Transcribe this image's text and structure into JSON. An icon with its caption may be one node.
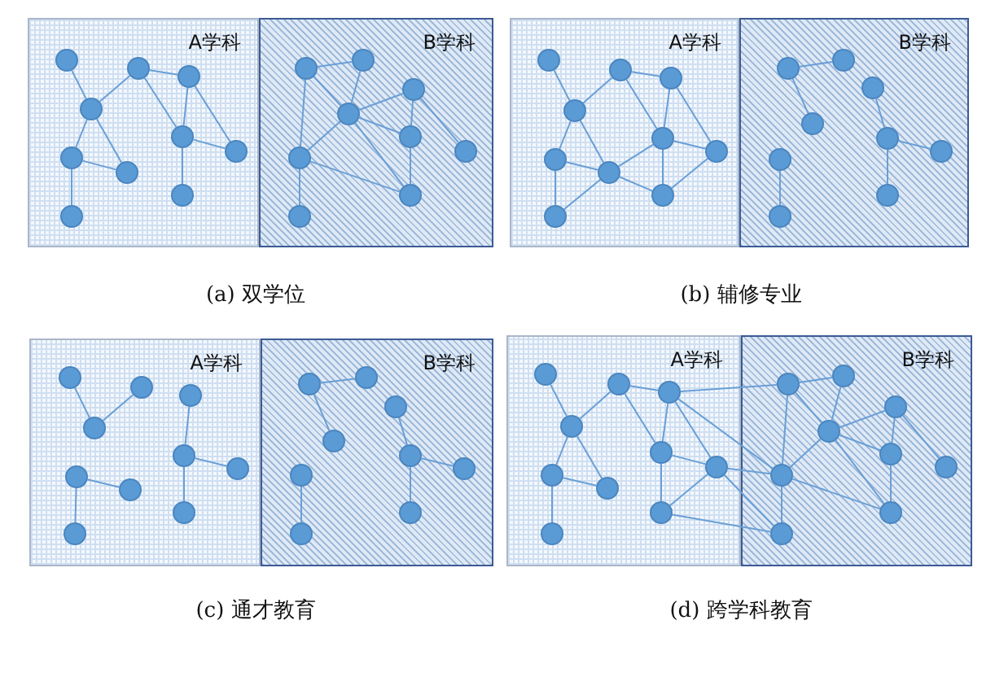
{
  "diagram": {
    "nodes": [
      {
        "text": [
          "A学科"
        ]
      },
      {
        "text": [],
        "shape": "circle",
        "in": 0
      },
      {
        "text": [],
        "shape": "circle",
        "in": 0
      },
      {
        "text": [],
        "shape": "circle",
        "in": 0
      },
      {
        "text": [],
        "shape": "circle",
        "in": 0
      },
      {
        "text": [],
        "shape": "circle",
        "in": 0
      },
      {
        "text": [],
        "shape": "circle",
        "in": 0
      },
      {
        "text": [],
        "shape": "circle",
        "in": 0
      },
      {
        "text": [],
        "shape": "circle",
        "in": 0
      },
      {
        "text": [],
        "shape": "circle",
        "in": 0
      },
      {
        "text": [],
        "shape": "circle",
        "in": 0
      },
      {
        "text": [
          "B学科"
        ]
      },
      {
        "text": [],
        "shape": "circle",
        "in": 11
      },
      {
        "text": [],
        "shape": "circle",
        "in": 11
      },
      {
        "text": [],
        "shape": "circle",
        "in": 11
      },
      {
        "text": [],
        "shape": "circle",
        "in": 11
      },
      {
        "text": [],
        "shape": "circle",
        "in": 11
      },
      {
        "text": [],
        "shape": "circle",
        "in": 11
      },
      {
        "text": [],
        "shape": "circle",
        "in": 11
      },
      {
        "text": [],
        "shape": "circle",
        "in": 11
      },
      {
        "text": [],
        "shape": "circle",
        "in": 11
      },
      {
        "text": [
          "A学科"
        ]
      },
      {
        "text": [],
        "shape": "circle",
        "in": 21
      },
      {
        "text": [],
        "shape": "circle",
        "in": 21
      },
      {
        "text": [],
        "shape": "circle",
        "in": 21
      },
      {
        "text": [],
        "shape": "circle",
        "in": 21
      },
      {
        "text": [],
        "shape": "circle",
        "in": 21
      },
      {
        "text": [],
        "shape": "circle",
        "in": 21
      },
      {
        "text": [],
        "shape": "circle",
        "in": 21
      },
      {
        "text": [],
        "shape": "circle",
        "in": 21
      },
      {
        "text": [],
        "shape": "circle",
        "in": 21
      },
      {
        "text": [],
        "shape": "circle",
        "in": 21
      },
      {
        "text": [
          "B学科"
        ]
      },
      {
        "text": [],
        "shape": "circle",
        "in": 32
      },
      {
        "text": [],
        "shape": "circle",
        "in": 32
      },
      {
        "text": [],
        "shape": "circle",
        "in": 32
      },
      {
        "text": [],
        "shape": "circle",
        "in": 32
      },
      {
        "text": [],
        "shape": "circle",
        "in": 32
      },
      {
        "text": [],
        "shape": "circle",
        "in": 32
      },
      {
        "text": [],
        "shape": "circle",
        "in": 32
      },
      {
        "text": [],
        "shape": "circle",
        "in": 32
      },
      {
        "text": [],
        "shape": "circle",
        "in": 32
      },
      {
        "text": [
          "A学科"
        ]
      },
      {
        "text": [],
        "shape": "circle",
        "in": 42
      },
      {
        "text": [],
        "shape": "circle",
        "in": 42
      },
      {
        "text": [],
        "shape": "circle",
        "in": 42
      },
      {
        "text": [],
        "shape": "circle",
        "in": 42
      },
      {
        "text": [],
        "shape": "circle",
        "in": 42
      },
      {
        "text": [],
        "shape": "circle",
        "in": 42
      },
      {
        "text": [],
        "shape": "circle",
        "in": 42
      },
      {
        "text": [],
        "shape": "circle",
        "in": 42
      },
      {
        "text": [],
        "shape": "circle",
        "in": 42
      },
      {
        "text": [],
        "shape": "circle",
        "in": 42
      },
      {
        "text": [
          "B学科"
        ]
      },
      {
        "text": [],
        "shape": "circle",
        "in": 53
      },
      {
        "text": [],
        "shape": "circle",
        "in": 53
      },
      {
        "text": [],
        "shape": "circle",
        "in": 53
      },
      {
        "text": [],
        "shape": "circle",
        "in": 53
      },
      {
        "text": [],
        "shape": "circle",
        "in": 53
      },
      {
        "text": [],
        "shape": "circle",
        "in": 53
      },
      {
        "text": [],
        "shape": "circle",
        "in": 53
      },
      {
        "text": [],
        "shape": "circle",
        "in": 53
      },
      {
        "text": [],
        "shape": "circle",
        "in": 53
      },
      {
        "text": [
          "A学科"
        ]
      },
      {
        "text": [],
        "shape": "circle",
        "in": 63
      },
      {
        "text": [],
        "shape": "circle",
        "in": 63
      },
      {
        "text": [],
        "shape": "circle",
        "in": 63
      },
      {
        "text": [],
        "shape": "circle",
        "in": 63
      },
      {
        "text": [],
        "shape": "circle",
        "in": 63
      },
      {
        "text": [],
        "shape": "circle",
        "in": 63
      },
      {
        "text": [],
        "shape": "circle",
        "in": 63
      },
      {
        "text": [],
        "shape": "circle",
        "in": 63
      },
      {
        "text": [],
        "shape": "circle",
        "in": 63
      },
      {
        "text": [],
        "shape": "circle",
        "in": 63
      },
      {
        "text": [
          "B学科"
        ]
      },
      {
        "text": [],
        "shape": "circle",
        "in": 74
      },
      {
        "text": [],
        "shape": "circle",
        "in": 74
      },
      {
        "text": [],
        "shape": "circle",
        "in": 74
      },
      {
        "text": [],
        "shape": "circle",
        "in": 74
      },
      {
        "text": [],
        "shape": "circle",
        "in": 74
      },
      {
        "text": [],
        "shape": "circle",
        "in": 74
      },
      {
        "text": [],
        "shape": "circle",
        "in": 74
      },
      {
        "text": [],
        "shape": "circle",
        "in": 74
      },
      {
        "text": [],
        "shape": "circle",
        "in": 74
      }
    ],
    "edges": [
      {
        "from": 1,
        "to": 4,
        "arrow": "none"
      },
      {
        "from": 4,
        "to": 2,
        "arrow": "none"
      },
      {
        "from": 2,
        "to": 3,
        "arrow": "none"
      },
      {
        "from": 2,
        "to": 5,
        "arrow": "none"
      },
      {
        "from": 3,
        "to": 5,
        "arrow": "none"
      },
      {
        "from": 3,
        "to": 6,
        "arrow": "none"
      },
      {
        "from": 5,
        "to": 6,
        "arrow": "none"
      },
      {
        "from": 5,
        "to": 9,
        "arrow": "none"
      },
      {
        "from": 4,
        "to": 7,
        "arrow": "none"
      },
      {
        "from": 4,
        "to": 8,
        "arrow": "none"
      },
      {
        "from": 7,
        "to": 8,
        "arrow": "none"
      },
      {
        "from": 7,
        "to": 10,
        "arrow": "none"
      },
      {
        "from": 12,
        "to": 13,
        "arrow": "none"
      },
      {
        "from": 12,
        "to": 15,
        "arrow": "none"
      },
      {
        "from": 13,
        "to": 15,
        "arrow": "none"
      },
      {
        "from": 12,
        "to": 18,
        "arrow": "none"
      },
      {
        "from": 15,
        "to": 14,
        "arrow": "none"
      },
      {
        "from": 15,
        "to": 18,
        "arrow": "none"
      },
      {
        "from": 15,
        "to": 16,
        "arrow": "none"
      },
      {
        "from": 15,
        "to": 19,
        "arrow": "none"
      },
      {
        "from": 14,
        "to": 16,
        "arrow": "none"
      },
      {
        "from": 14,
        "to": 17,
        "arrow": "none"
      },
      {
        "from": 16,
        "to": 19,
        "arrow": "none"
      },
      {
        "from": 18,
        "to": 19,
        "arrow": "none"
      },
      {
        "from": 18,
        "to": 20,
        "arrow": "none"
      },
      {
        "from": 22,
        "to": 25,
        "arrow": "none"
      },
      {
        "from": 25,
        "to": 23,
        "arrow": "none"
      },
      {
        "from": 23,
        "to": 24,
        "arrow": "none"
      },
      {
        "from": 23,
        "to": 26,
        "arrow": "none"
      },
      {
        "from": 24,
        "to": 26,
        "arrow": "none"
      },
      {
        "from": 24,
        "to": 27,
        "arrow": "none"
      },
      {
        "from": 26,
        "to": 27,
        "arrow": "none"
      },
      {
        "from": 25,
        "to": 28,
        "arrow": "none"
      },
      {
        "from": 25,
        "to": 29,
        "arrow": "none"
      },
      {
        "from": 28,
        "to": 29,
        "arrow": "none"
      },
      {
        "from": 28,
        "to": 31,
        "arrow": "none"
      },
      {
        "from": 31,
        "to": 29,
        "arrow": "none"
      },
      {
        "from": 29,
        "to": 26,
        "arrow": "none"
      },
      {
        "from": 29,
        "to": 30,
        "arrow": "none"
      },
      {
        "from": 30,
        "to": 27,
        "arrow": "none"
      },
      {
        "from": 26,
        "to": 30,
        "arrow": "none"
      },
      {
        "from": 33,
        "to": 34,
        "arrow": "none"
      },
      {
        "from": 33,
        "to": 36,
        "arrow": "none"
      },
      {
        "from": 35,
        "to": 37,
        "arrow": "none"
      },
      {
        "from": 37,
        "to": 38,
        "arrow": "none"
      },
      {
        "from": 37,
        "to": 40,
        "arrow": "none"
      },
      {
        "from": 39,
        "to": 41,
        "arrow": "none"
      },
      {
        "from": 43,
        "to": 45,
        "arrow": "none"
      },
      {
        "from": 45,
        "to": 44,
        "arrow": "none"
      },
      {
        "from": 46,
        "to": 47,
        "arrow": "none"
      },
      {
        "from": 47,
        "to": 48,
        "arrow": "none"
      },
      {
        "from": 47,
        "to": 51,
        "arrow": "none"
      },
      {
        "from": 49,
        "to": 50,
        "arrow": "none"
      },
      {
        "from": 49,
        "to": 52,
        "arrow": "none"
      },
      {
        "from": 54,
        "to": 55,
        "arrow": "none"
      },
      {
        "from": 54,
        "to": 57,
        "arrow": "none"
      },
      {
        "from": 56,
        "to": 58,
        "arrow": "none"
      },
      {
        "from": 58,
        "to": 59,
        "arrow": "none"
      },
      {
        "from": 58,
        "to": 61,
        "arrow": "none"
      },
      {
        "from": 60,
        "to": 62,
        "arrow": "none"
      },
      {
        "from": 64,
        "to": 67,
        "arrow": "none"
      },
      {
        "from": 67,
        "to": 65,
        "arrow": "none"
      },
      {
        "from": 65,
        "to": 66,
        "arrow": "none"
      },
      {
        "from": 65,
        "to": 68,
        "arrow": "none"
      },
      {
        "from": 66,
        "to": 68,
        "arrow": "none"
      },
      {
        "from": 66,
        "to": 69,
        "arrow": "none"
      },
      {
        "from": 67,
        "to": 70,
        "arrow": "none"
      },
      {
        "from": 67,
        "to": 71,
        "arrow": "none"
      },
      {
        "from": 70,
        "to": 71,
        "arrow": "none"
      },
      {
        "from": 70,
        "to": 73,
        "arrow": "none"
      },
      {
        "from": 68,
        "to": 69,
        "arrow": "none"
      },
      {
        "from": 68,
        "to": 72,
        "arrow": "none"
      },
      {
        "from": 72,
        "to": 69,
        "arrow": "none"
      },
      {
        "from": 75,
        "to": 76,
        "arrow": "none"
      },
      {
        "from": 75,
        "to": 78,
        "arrow": "none"
      },
      {
        "from": 76,
        "to": 78,
        "arrow": "none"
      },
      {
        "from": 78,
        "to": 77,
        "arrow": "none"
      },
      {
        "from": 77,
        "to": 79,
        "arrow": "none"
      },
      {
        "from": 77,
        "to": 80,
        "arrow": "none"
      },
      {
        "from": 78,
        "to": 79,
        "arrow": "none"
      },
      {
        "from": 78,
        "to": 82,
        "arrow": "none"
      },
      {
        "from": 79,
        "to": 82,
        "arrow": "none"
      },
      {
        "from": 75,
        "to": 81,
        "arrow": "none"
      },
      {
        "from": 78,
        "to": 81,
        "arrow": "none"
      },
      {
        "from": 81,
        "to": 82,
        "arrow": "none"
      },
      {
        "from": 81,
        "to": 83,
        "arrow": "none"
      },
      {
        "from": 66,
        "to": 75,
        "arrow": "none"
      },
      {
        "from": 66,
        "to": 81,
        "arrow": "none"
      },
      {
        "from": 69,
        "to": 81,
        "arrow": "none"
      },
      {
        "from": 69,
        "to": 83,
        "arrow": "none"
      },
      {
        "from": 72,
        "to": 83,
        "arrow": "none"
      }
    ],
    "labels": [
      "(a) 双学位",
      "(b) 辅修专业",
      "(c) 通才教育",
      "(d) 跨学科教育"
    ]
  }
}
